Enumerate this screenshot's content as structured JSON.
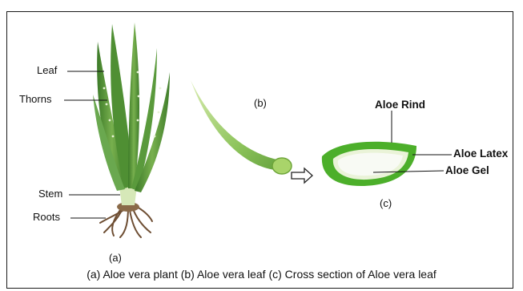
{
  "labels": {
    "leaf": "Leaf",
    "thorns": "Thorns",
    "stem": "Stem",
    "roots": "Roots",
    "panel_a": "(a)",
    "panel_b": "(b)",
    "panel_c": "(c)",
    "aloe_rind": "Aloe Rind",
    "aloe_latex": "Aloe Latex",
    "aloe_gel": "Aloe Gel"
  },
  "caption": "(a) Aloe vera plant  (b) Aloe vera leaf  (c) Cross section of Aloe vera leaf",
  "colors": {
    "leaf_dark": "#3f7d2a",
    "leaf_mid": "#6aa84f",
    "leaf_light": "#b6d98a",
    "rind": "#4caf2a",
    "gel": "#f4f8ee",
    "root": "#7a5a3c"
  }
}
